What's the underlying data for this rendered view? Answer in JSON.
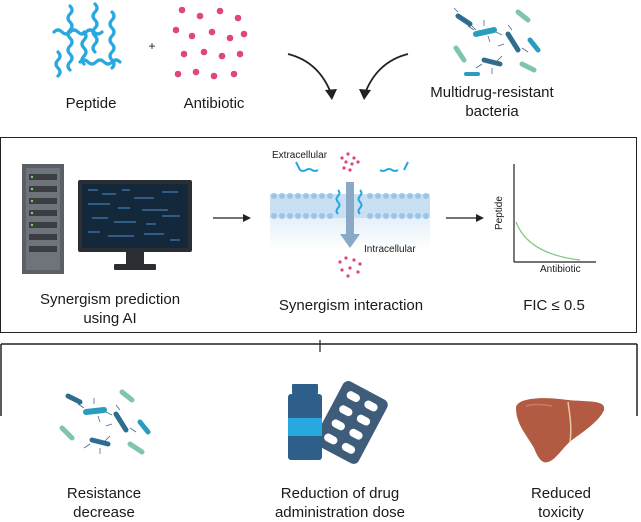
{
  "top": {
    "peptide_label": "Peptide",
    "plus": "+",
    "antibiotic_label": "Antibiotic",
    "bacteria_label_line1": "Multidrug-resistant",
    "bacteria_label_line2": "bacteria"
  },
  "middle": {
    "prediction_line1": "Synergism prediction",
    "prediction_line2": "using AI",
    "extracellular": "Extracellular",
    "intracellular": "Intracellular",
    "interaction_label": "Synergism interaction",
    "plot_ylabel": "Peptide",
    "plot_xlabel": "Antibiotic",
    "fic_label": "FIC ≤ 0.5"
  },
  "bottom": {
    "resistance_line1": "Resistance",
    "resistance_line2": "decrease",
    "dose_line1": "Reduction of drug",
    "dose_line2": "administration dose",
    "toxicity_line1": "Reduced",
    "toxicity_line2": "toxicity"
  },
  "colors": {
    "peptide": "#29a8e0",
    "antibiotic": "#e0457b",
    "curve": "#7ec87e",
    "membrane": "#9cc6e8",
    "liver": "#b35a43",
    "bottle": "#2d5f8a"
  }
}
